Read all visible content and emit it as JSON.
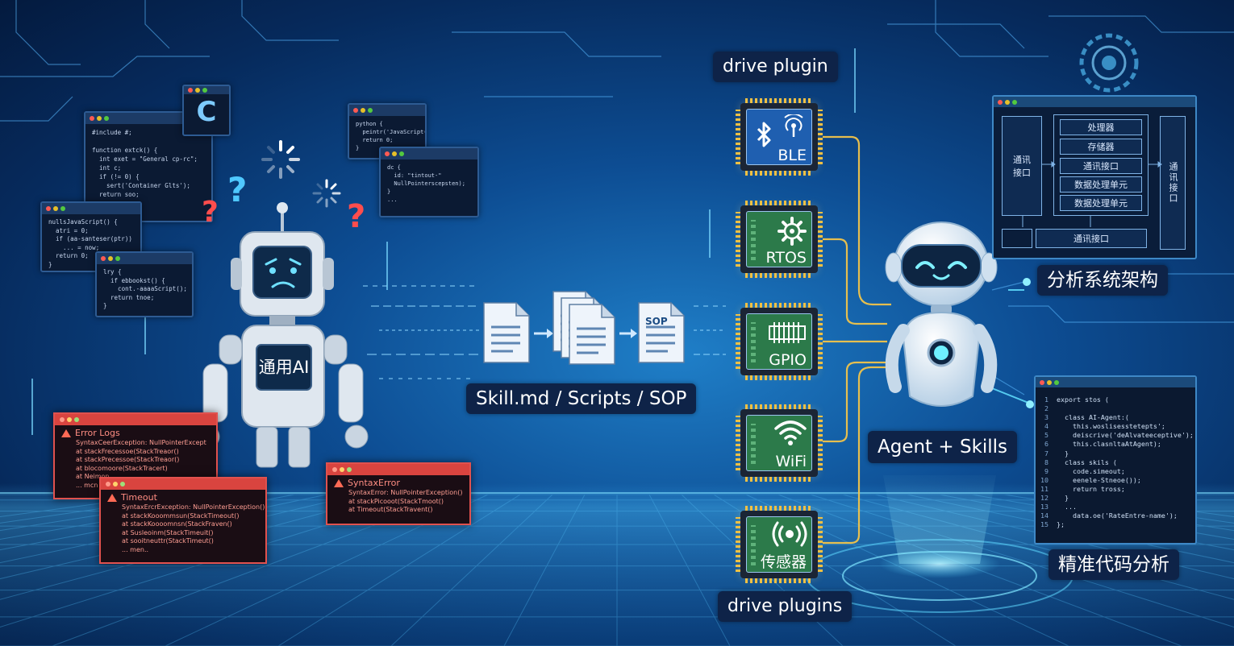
{
  "left": {
    "robot_label": "通用AI",
    "c_badge": "C",
    "code_windows": [
      "#include #;\n\nfunction extck() {\n  int exet = \"General cp-rc\";\n  int c;\n  if (!= 0) {\n    sert('Container Glts');\n  return soo;",
      "nullsJavaScript() {\n  atri = 0;\n  if (aa-santeser(ptr))\n    ... = now;\n  return 0;\n}",
      "lry {\n  if ebbookst() {\n    cont.-aaaaScript();\n  return tnoe;\n}",
      "python {\n  peintr('JavaScript(\")\n  return 0;\n}",
      "dc {\n  id: \"tintout-\"\n  NullPointerscepsten);\n}\n..."
    ],
    "errors": [
      {
        "title": "Error Logs",
        "lines": [
          "SyntaxCeerException: NullPointerExcept",
          "at stackFrecessoe(StackTreaor()",
          "at stackPrecessoe(StackTreaor()",
          "at blocomoore(StackTracert)",
          "at Neimon",
          "... mcn"
        ]
      },
      {
        "title": "Timeout",
        "lines": [
          "SyntaxErcrException: NullPointerException()",
          "at stackKooommsun(StackTimeout()",
          "at stackKoooomnsn(StackFraven()",
          "at Susleoinm(StackTimeuit()",
          "at sooitneuttr(StackTimeut()",
          "... men.."
        ]
      },
      {
        "title": "SyntaxError",
        "lines": [
          "SyntaxError: NullPointerException()",
          "at stackPicooot(StackTmoot()",
          "at Timeout(StackTravent()"
        ]
      }
    ]
  },
  "middle": {
    "caption": "Skill.md / Scripts / SOP",
    "sop_label": "SOP"
  },
  "plugins": {
    "top_label": "drive plugin",
    "bottom_label": "drive plugins",
    "chips": [
      {
        "label": "BLE",
        "icon": "bluetooth-icon",
        "color": "#1f5fb0"
      },
      {
        "label": "RTOS",
        "icon": "gear-icon",
        "color": "#2c7a4a"
      },
      {
        "label": "GPIO",
        "icon": "gpio-icon",
        "color": "#2c7a4a"
      },
      {
        "label": "WiFi",
        "icon": "wifi-icon",
        "color": "#2c7a4a"
      },
      {
        "label": "传感器",
        "icon": "sensor-icon",
        "color": "#2c7a4a"
      }
    ]
  },
  "agent": {
    "label": "Agent + Skills"
  },
  "architecture": {
    "left": "通讯\n接口",
    "right": "通讯接口",
    "center": [
      "处理器",
      "存储器",
      "通讯接口",
      "数据处理单元",
      "数据处理单元"
    ],
    "bottom": "通讯接口",
    "caption": "分析系统架构"
  },
  "code_analysis": {
    "caption": "精准代码分析",
    "lines": [
      "export stos (",
      "",
      "  class AI-Agent:(",
      "    this.woslisesstetepts';",
      "    deiscrive('deAlvateeceptive');",
      "    this.clasnltaAtAgent);",
      "  }",
      "  class skils (",
      "    code.simeout;",
      "    eenele-Stneoe());",
      "    return tross;",
      "  }",
      "  ...",
      "    data.oe('RateEntre-name');",
      "};"
    ]
  }
}
